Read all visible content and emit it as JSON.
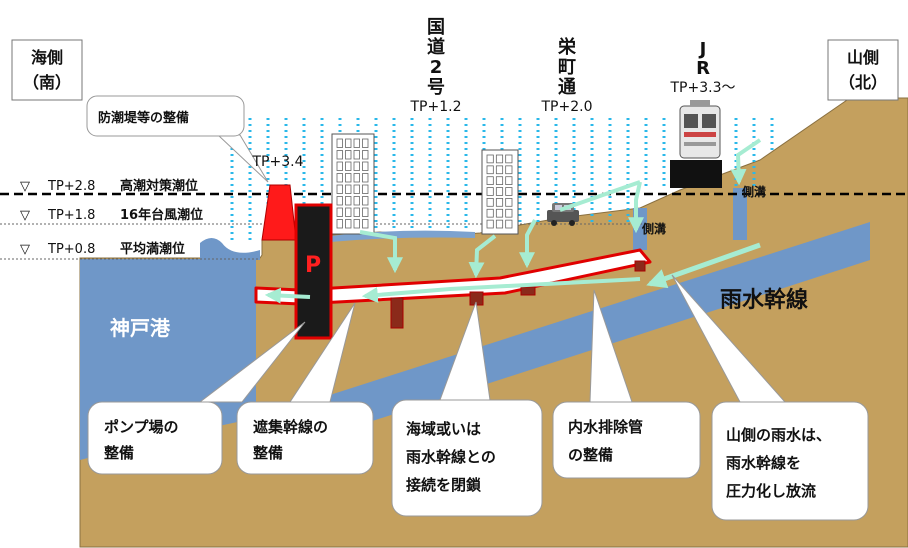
{
  "corners": {
    "south_line1": "海側",
    "south_line2": "（南）",
    "north_line1": "山側",
    "north_line2": "（北）"
  },
  "landmarks": {
    "route2": {
      "chars": [
        "国",
        "道",
        "2",
        "号"
      ],
      "level": "TP+1.2"
    },
    "sakae": {
      "chars": [
        "栄",
        "町",
        "通"
      ],
      "level": "TP+2.0"
    },
    "jr": {
      "chars": [
        "J",
        "R"
      ],
      "level": "TP+3.3～"
    }
  },
  "levels": [
    {
      "mark": "▽",
      "level": "TP+2.8",
      "label": "高潮対策潮位"
    },
    {
      "mark": "▽",
      "level": "TP+1.8",
      "label": "16年台風潮位"
    },
    {
      "mark": "▽",
      "level": "TP+0.8",
      "label": "平均満潮位"
    }
  ],
  "seawall": {
    "callout": "防潮堤等の整備",
    "level": "TP+3.4"
  },
  "pump_symbol": "P",
  "port_label": "神戸港",
  "trunk_label": "雨水幹線",
  "side_ditch": "側溝",
  "callouts": [
    {
      "lines": [
        "ポンプ場の",
        "整備"
      ]
    },
    {
      "lines": [
        "遮集幹線の",
        "整備"
      ]
    },
    {
      "lines": [
        "海域或いは",
        "雨水幹線との",
        "接続を閉鎖"
      ]
    },
    {
      "lines": [
        "内水排除管",
        "の整備"
      ]
    },
    {
      "lines": [
        "山側の雨水は、",
        "雨水幹線を",
        "圧力化し放流"
      ]
    }
  ],
  "colors": {
    "ground": "#c4a05e",
    "water": "#6f97c8",
    "rain": "#2ab8ea",
    "arrow": "#a6ecd2",
    "seawall": "#ff1a1a",
    "pipe_outline": "#e00000",
    "pump_body": "#1a1a1a",
    "valve": "#8b2a1a"
  }
}
